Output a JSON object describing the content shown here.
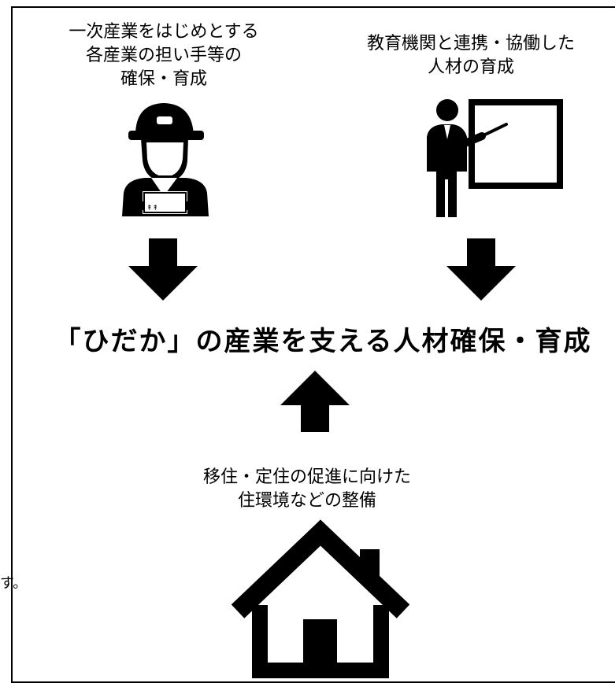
{
  "left_label": {
    "line1": "一次産業をはじめとする",
    "line2": "各産業の担い手等の",
    "line3": "確保・育成"
  },
  "right_label": {
    "line1": "教育機関と連携・協働した",
    "line2": "人材の育成"
  },
  "headline": "「ひだか」の産業を支える人材確保・育成",
  "bottom_label": {
    "line1": "移住・定住の促進に向けた",
    "line2": "住環境などの整備"
  },
  "edge_fragment": "す。",
  "icons": {
    "worker": "worker-person-icon",
    "teacher": "teacher-board-icon",
    "house": "house-icon",
    "arrow_down": "arrow-down-icon",
    "arrow_up": "arrow-up-icon"
  },
  "colors": {
    "ink": "#000000",
    "background": "#ffffff"
  }
}
